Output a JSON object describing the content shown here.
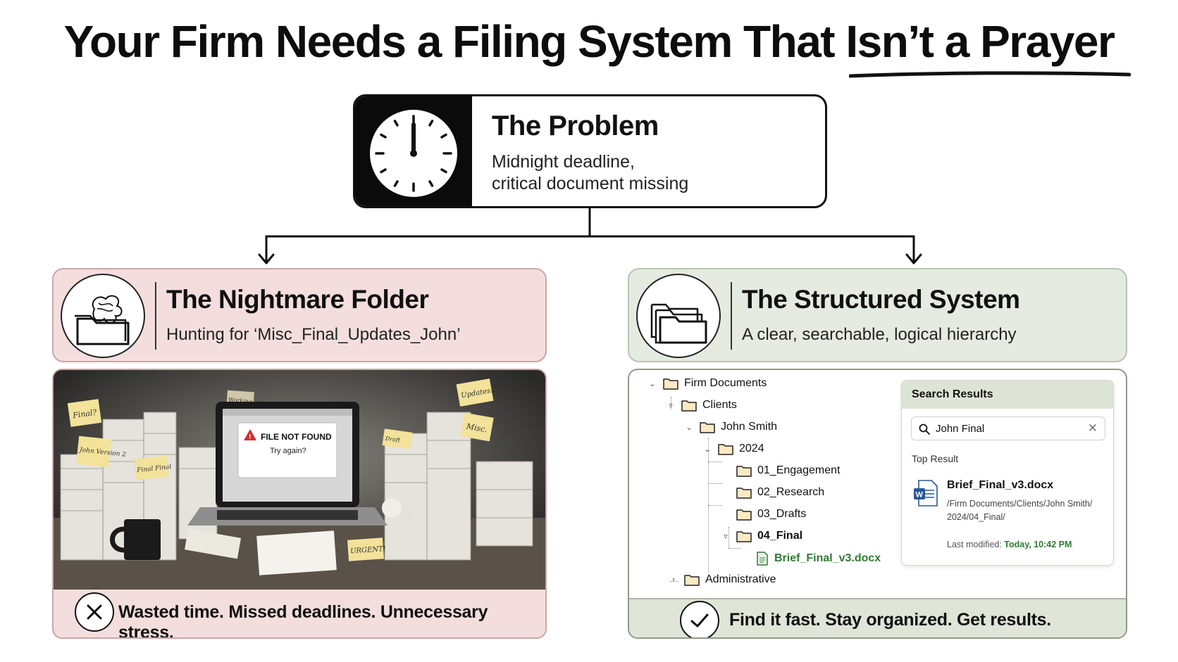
{
  "title": {
    "prefix": "Your Firm Needs a Filing System That ",
    "highlight": "Isn’t a Prayer"
  },
  "problem": {
    "icon": "clock-icon",
    "heading": "The Problem",
    "line1": "Midnight deadline,",
    "line2": "critical document missing"
  },
  "nightmare": {
    "icon": "messy-folder-icon",
    "heading": "The Nightmare Folder",
    "sub": "Hunting for ‘Misc_Final_Updates_John’",
    "illustration": {
      "error_title": "FILE NOT FOUND",
      "error_sub": "Try again?",
      "notes": [
        "Final?",
        "John Version 2",
        "Final Final",
        "Updates!!",
        "Misc.",
        "URGENT!",
        "Draft",
        "Working"
      ]
    },
    "footer_icon": "x-icon",
    "footer": "Wasted time. Missed deadlines. Unnecessary stress."
  },
  "structured": {
    "icon": "organized-folders-icon",
    "heading": "The Structured System",
    "sub": "A clear, searchable, logical hierarchy",
    "tree": {
      "root": "Firm Documents",
      "clients": "Clients",
      "client": "John Smith",
      "year": "2024",
      "sub1": "01_Engagement",
      "sub2": "02_Research",
      "sub3": "03_Drafts",
      "sub4": "04_Final",
      "file": "Brief_Final_v3.docx",
      "admin": "Administrative"
    },
    "search": {
      "header": "Search Results",
      "query": "John Final",
      "top_label": "Top Result",
      "result_name": "Brief_Final_v3.docx",
      "path_line1": "/Firm Documents/Clients/John Smith/",
      "path_line2": "2024/04_Final/",
      "modified_label": "Last modified: ",
      "modified_value": "Today, 10:42 PM"
    },
    "footer_icon": "check-icon",
    "footer": "Find it fast. Stay organized. Get results."
  },
  "colors": {
    "bad_bg": "#f3dedd",
    "good_bg": "#e5ebe0",
    "accent_green": "#2e7d32",
    "error_red": "#d32f2f",
    "note_yellow": "#f2e29a"
  }
}
